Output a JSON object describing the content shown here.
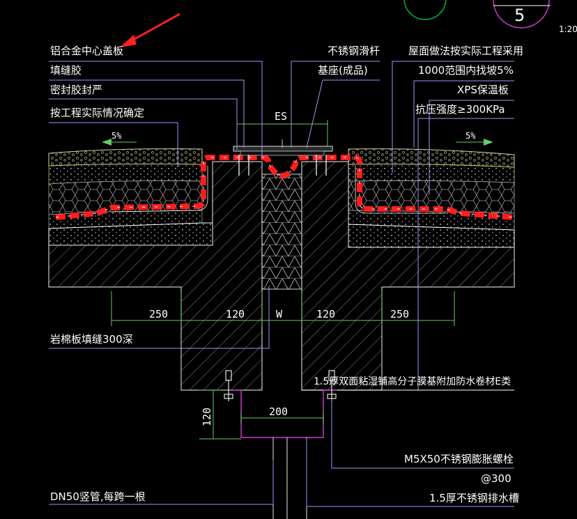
{
  "colors": {
    "background": "#000000",
    "waterproof": "#ff1e1e",
    "leader": "#9999ff",
    "dimension": "#66cc66",
    "annotation_text": "#ffffff",
    "pointer_arrow": "#ff2222",
    "drain_outline": "#d040d0",
    "circle": "#00c040"
  },
  "detail": {
    "number": "5",
    "scale": "1:20"
  },
  "labels_left": {
    "center_cover": "铝合金中心盖板",
    "filler": "填缝胶",
    "seal": "密封胶封严",
    "per_project": "按工程实际情况确定"
  },
  "labels_top": {
    "stainless_rod": "不锈钢滑杆",
    "base": "基座(成品)"
  },
  "labels_right": {
    "roof_method": "屋面做法按实际工程采用",
    "slope_range": "1000范围内找坡5%",
    "xps": "XPS保温板",
    "strength": "抗压强度≥300KPa"
  },
  "slopes": {
    "left": "5%",
    "right": "5%"
  },
  "gap_label": "ES",
  "dimensions": {
    "left_outer": "250",
    "left_inner": "120",
    "gap": "W",
    "right_inner": "120",
    "right_outer": "250",
    "vertical": "120",
    "drain_width": "200"
  },
  "labels_bottom": {
    "rock_wool": "岩棉板填缝300深",
    "membrane": "1.5厚双面粘湿铺高分子膜基附加防水卷材E类",
    "bolt": "M5X50不锈钢膨胀螺栓",
    "spacing": "@300",
    "pipe": "DN50竖管,每跨一根",
    "trough": "1.5厚不锈钢排水槽"
  }
}
